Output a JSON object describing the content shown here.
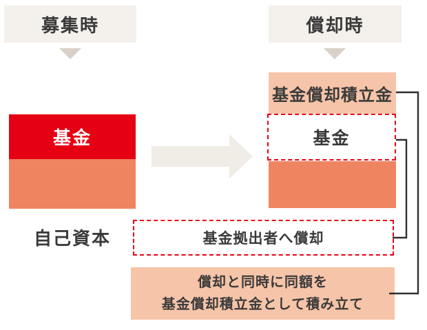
{
  "colors": {
    "header_bg": "#f4f0eb",
    "triangle": "#d9d1c8",
    "red": "#e60013",
    "orange": "#ef8560",
    "salmon": "#f6c4a8",
    "arrow": "#f0ece6",
    "dashed_border": "#e60013",
    "connector": "#2f2f2f",
    "text_dark": "#3a3a3a",
    "text_white": "#ffffff"
  },
  "left": {
    "header": "募集時",
    "fund_block": "基金",
    "equity_label": "自己資本"
  },
  "right": {
    "header": "償却時",
    "reserve_block": "基金償却積立金",
    "fund_block": "基金"
  },
  "bottom": {
    "redemption_box": "基金拠出者へ償却",
    "note_line1": "償却と同時に同額を",
    "note_line2": "基金償却積立金として積み立て"
  }
}
